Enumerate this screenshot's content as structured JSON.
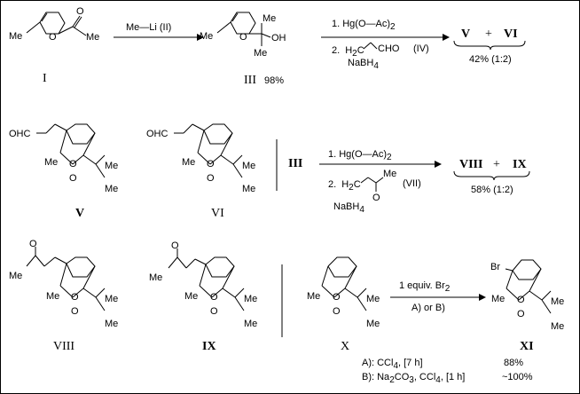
{
  "compounds": {
    "I": "I",
    "III": "III",
    "III_yield": "98%",
    "V": "V",
    "VI": "VI",
    "VIII": "VIII",
    "IX": "IX",
    "X": "X",
    "XI": "XI"
  },
  "atoms": {
    "me": "Me",
    "o": "O",
    "oh": "OH",
    "ohc": "OHC",
    "br": "Br"
  },
  "row1": {
    "reagent": "Me—Li  (II)",
    "step1": "1.  Hg(O—Ac)",
    "step1_sub": "2",
    "step2_num": "2.",
    "h2c": "H",
    "h2c_sub": "2",
    "h2c_c": "C",
    "cho": "CHO",
    "iv": "(IV)",
    "nabh4": "NaBH",
    "nabh4_sub": "4",
    "product_left": "V",
    "plus": "+",
    "product_right": "VI",
    "yield": "42%  (1:2)"
  },
  "row2": {
    "start": "III",
    "step1": "1.  Hg(O—Ac)",
    "step1_sub": "2",
    "step2_num": "2.",
    "me": "Me",
    "o": "O",
    "vii": "(VII)",
    "nabh4": "NaBH",
    "nabh4_sub": "4",
    "product_left": "VIII",
    "plus": "+",
    "product_right": "IX",
    "yield": "58%  (1:2)"
  },
  "row3": {
    "reagent": "1  equiv.  Br",
    "reagent_sub": "2",
    "conditions": "A)   or  B)",
    "condA": "A):   CCl",
    "condA_sub": "4",
    "condA_time": ",  [7 h]",
    "condA_yield": "88%",
    "condB": "B):   Na",
    "condB_sub1": "2",
    "condB_mid": "CO",
    "condB_sub2": "3",
    "condB_mid2": ",  CCl",
    "condB_sub3": "4",
    "condB_time": ",  [1 h]",
    "condB_yield": "~100%"
  }
}
